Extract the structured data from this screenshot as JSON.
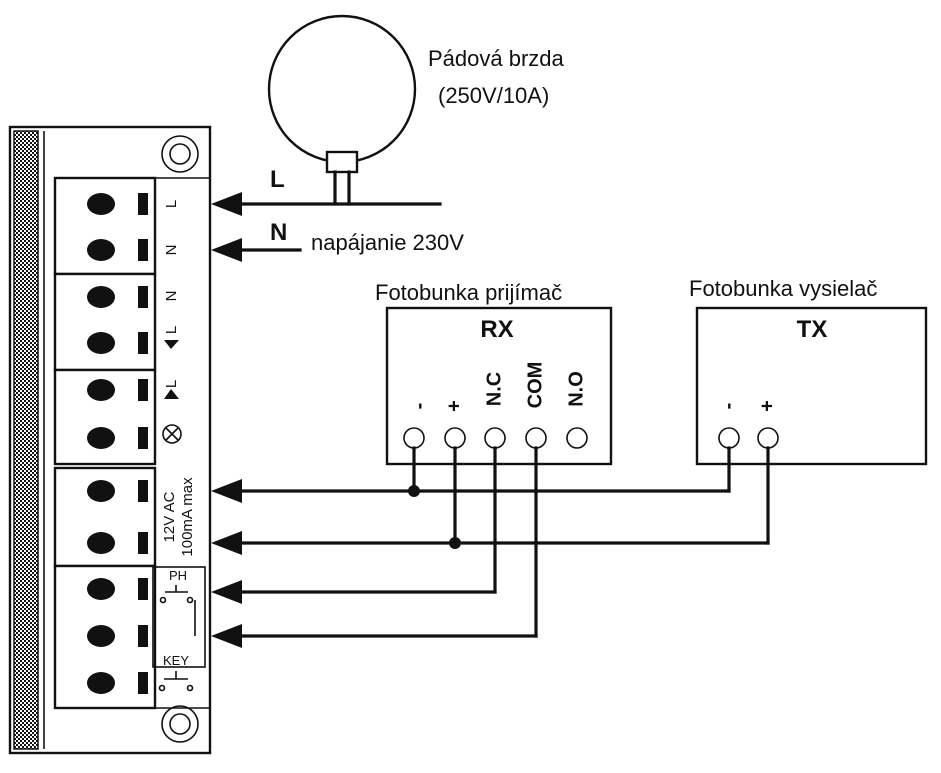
{
  "brake": {
    "name": "Pádová brzda",
    "rating": "(250V/10A)"
  },
  "supply": {
    "line_label": "L",
    "neutral_label": "N",
    "caption": "napájanie 230V"
  },
  "receiver": {
    "caption": "Fotobunka prijímač",
    "title": "RX",
    "pins": [
      "-",
      "+",
      "N.C",
      "COM",
      "N.O"
    ]
  },
  "transmitter": {
    "caption": "Fotobunka vysielač",
    "title": "TX",
    "pins": [
      "-",
      "+"
    ]
  },
  "terminal_block": {
    "labels": {
      "t1": "L",
      "t2": "N",
      "t3": "N",
      "t4": "L",
      "t5": "L",
      "power_1": "12V AC",
      "power_2": "100mA max",
      "ph": "PH",
      "key": "KEY"
    },
    "icons": [
      "arrow-down-icon",
      "arrow-up-icon",
      "lamp-icon",
      "switch-icon"
    ]
  },
  "colors": {
    "line": "#111111",
    "background": "#ffffff"
  }
}
